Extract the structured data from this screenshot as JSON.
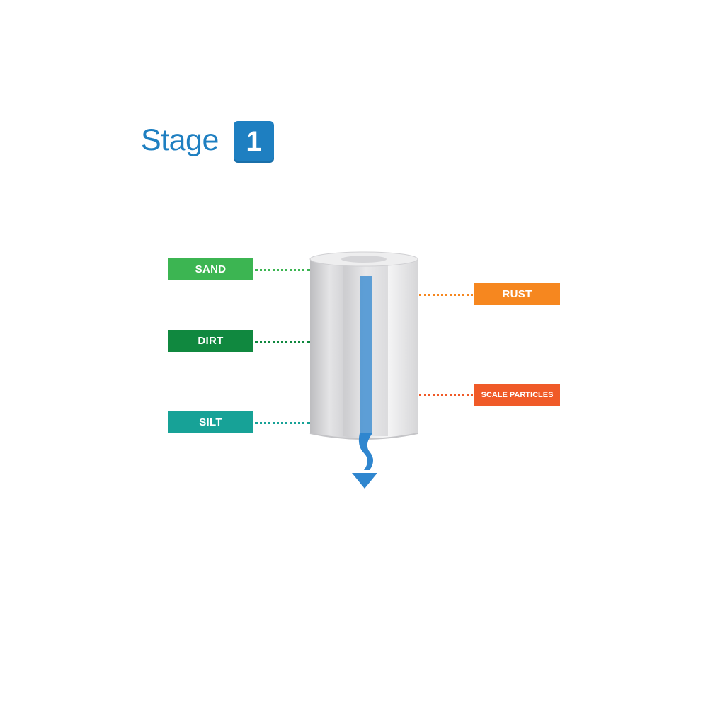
{
  "stage": {
    "title": "Stage",
    "number": "1",
    "title_color": "#1e7fc1",
    "badge_color": "#1e7fc1"
  },
  "left_labels": [
    {
      "text": "SAND",
      "color": "#3cb552"
    },
    {
      "text": "DIRT",
      "color": "#10883f"
    },
    {
      "text": "SILT",
      "color": "#17a297"
    }
  ],
  "right_labels": [
    {
      "text": "RUST",
      "color": "#f6871f"
    },
    {
      "text": "SCALE PARTICLES",
      "color": "#f05a28"
    }
  ],
  "water_color": "#2f86cf",
  "filter_colors": {
    "body": "#d9d9db",
    "highlight": "#f3f3f4",
    "shadow": "#bdbdc0"
  },
  "flow_icon": "down-arrow-icon"
}
